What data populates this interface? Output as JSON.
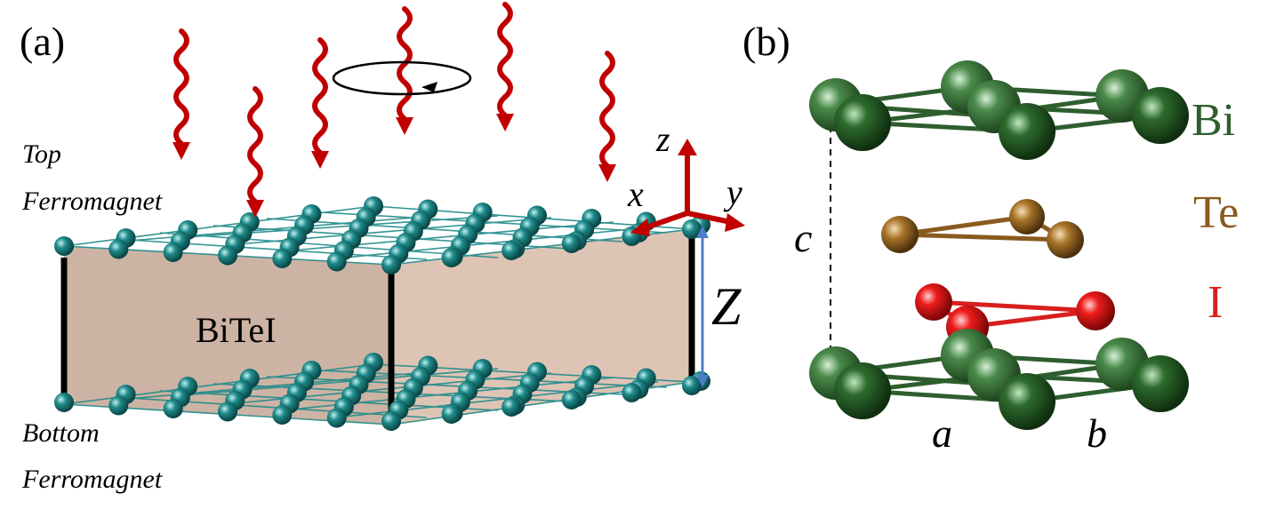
{
  "panel_a": {
    "label": "(a)",
    "material_label": "BiTeI",
    "top_label_line1": "Top",
    "top_label_line2": "Ferromagnet",
    "bottom_label_line1": "Bottom",
    "bottom_label_line2": "Ferromagnet",
    "axis_x": "x",
    "axis_y": "y",
    "axis_z": "z",
    "thickness_label": "Z",
    "colors": {
      "photon": "#c00000",
      "atom": "#1f8a8a",
      "slab_face": "#d9bfae",
      "thickness_arrow": "#4a7fc9",
      "axes": "#c00000"
    }
  },
  "panel_b": {
    "label": "(b)",
    "element_bi": "Bi",
    "element_te": "Te",
    "element_i": "I",
    "lattice_a": "a",
    "lattice_b": "b",
    "lattice_c": "c",
    "colors": {
      "bi": "#2e5e2e",
      "te": "#8a5a1e",
      "i": "#d81e1e"
    }
  }
}
